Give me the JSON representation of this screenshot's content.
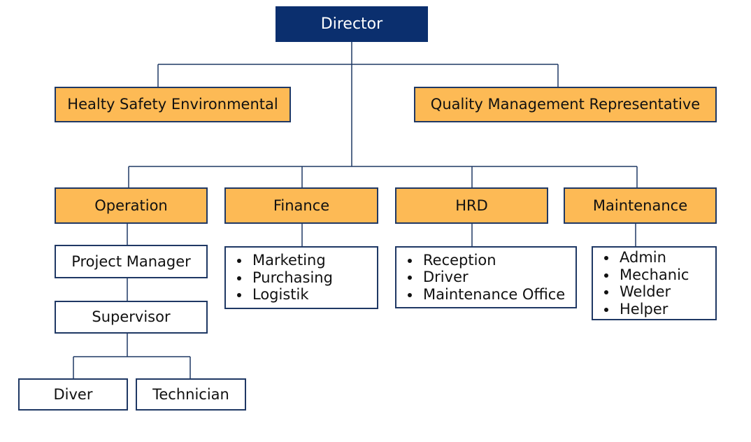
{
  "nodes": {
    "director": "Director",
    "hse": "Healty Safety Environmental",
    "qmr": "Quality Management Representative",
    "operation": "Operation",
    "finance": "Finance",
    "hrd": "HRD",
    "maintenance": "Maintenance",
    "project_manager": "Project Manager",
    "supervisor": "Supervisor",
    "diver": "Diver",
    "technician": "Technician"
  },
  "finance_items": [
    "Marketing",
    "Purchasing",
    "Logistik"
  ],
  "hrd_items": [
    "Reception",
    "Driver",
    "Maintenance Office"
  ],
  "maintenance_items": [
    "Admin",
    "Mechanic",
    "Welder",
    "Helper"
  ],
  "colors": {
    "director_fill": "#0B2F6E",
    "department_fill": "#FDBA55",
    "border": "#1F3864",
    "connector": "#1F3864"
  }
}
